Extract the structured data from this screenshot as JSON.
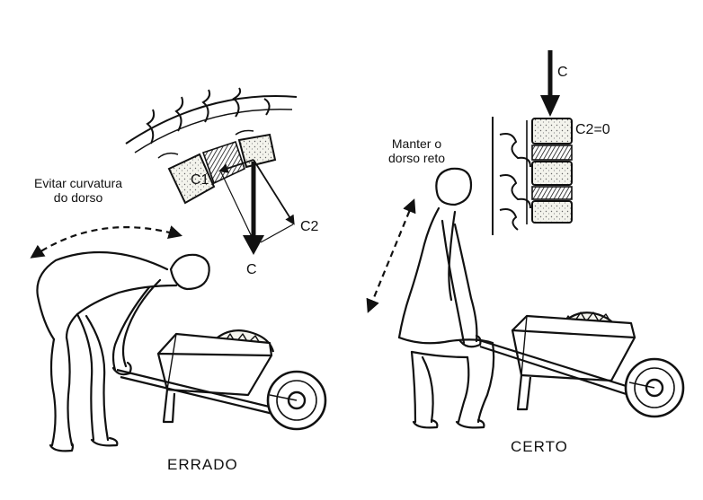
{
  "left": {
    "caption": "ERRADO",
    "note_line1": "Evitar curvatura",
    "note_line2": "do dorso",
    "force_c": "C",
    "force_c1": "C1",
    "force_c2": "C2"
  },
  "right": {
    "caption": "CERTO",
    "note_line1": "Manter o",
    "note_line2": "dorso reto",
    "force_c": "C",
    "force_c2_zero": "C2=0"
  },
  "colors": {
    "ink": "#111111",
    "background": "#ffffff",
    "bone_fill": "#ecece4"
  }
}
